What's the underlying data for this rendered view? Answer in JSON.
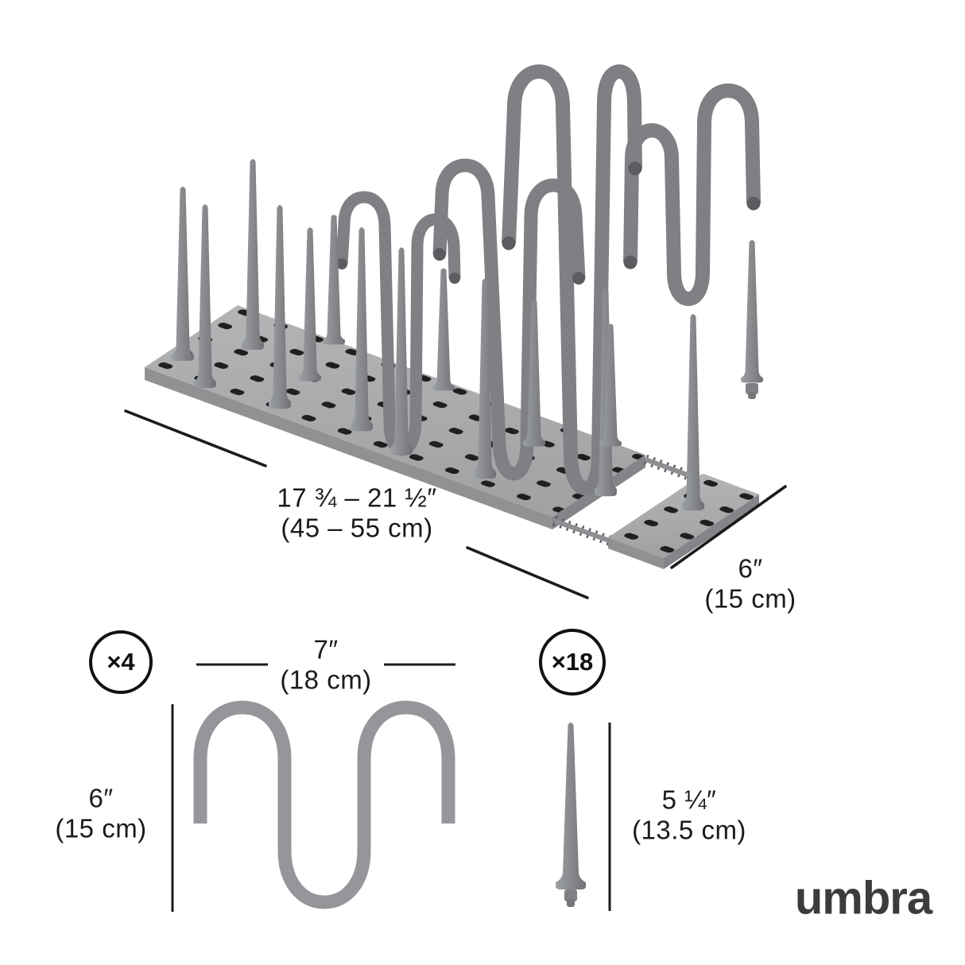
{
  "canvas": {
    "background": "#ffffff"
  },
  "brand": {
    "logo_text": "umbra",
    "logo_color": "#3c3c3e"
  },
  "colors": {
    "product_gray": "#8d8f92",
    "board_top_gray": "#abadaf",
    "board_side_gray": "#8f9193",
    "hole_color": "#1f1f1f",
    "dimension_line_color": "#1b1b1b",
    "text_color": "#1b1b1b"
  },
  "labels": {
    "overall_length": {
      "line1": "17 ¾ – 21 ½″",
      "line2": "(45 – 55 cm)"
    },
    "overall_depth": {
      "line1": "6″",
      "line2": "(15 cm)"
    },
    "hook_part": {
      "count_badge": "×4",
      "count_value": 4,
      "width": {
        "line1": "7″",
        "line2": "(18 cm)"
      },
      "height": {
        "line1": "6″",
        "line2": "(15 cm)"
      }
    },
    "peg_part": {
      "count_badge": "×18",
      "count_value": 18,
      "height": {
        "line1": "5 ¼″",
        "line2": "(13.5 cm)"
      }
    }
  }
}
